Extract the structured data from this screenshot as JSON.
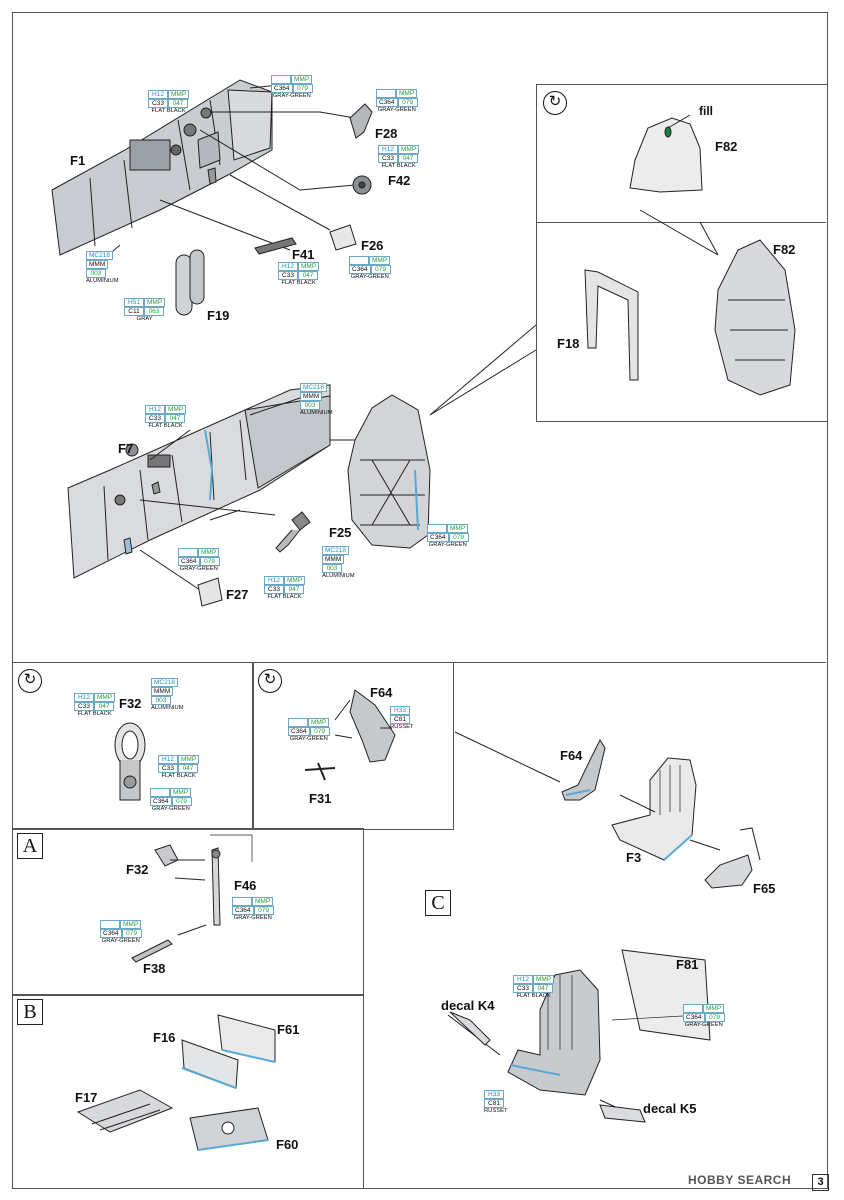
{
  "parts": {
    "F1": "F1",
    "F28": "F28",
    "F42": "F42",
    "F41": "F41",
    "F26": "F26",
    "F19": "F19",
    "F82a": "F82",
    "F82b": "F82",
    "F18": "F18",
    "fill": "fill",
    "F7": "F7",
    "F25": "F25",
    "F27": "F27",
    "F32": "F32",
    "F64a": "F64",
    "F31": "F31",
    "F64b": "F64",
    "F3": "F3",
    "F65": "F65",
    "F32b": "F32",
    "F46": "F46",
    "F38": "F38",
    "F16": "F16",
    "F61": "F61",
    "F17": "F17",
    "F60": "F60",
    "F81": "F81",
    "decalK4": "decal K4",
    "decalK5": "decal K5"
  },
  "sections": {
    "A": "A",
    "B": "B",
    "C": "C"
  },
  "refs": {
    "r1": {
      "a": "C364",
      "b": "MMP",
      "c": "079",
      "name": "GRAY-GREEN"
    },
    "r2": {
      "a": "H12",
      "b": "MMP",
      "a2": "C33",
      "c": "047",
      "name": "FLAT BLACK"
    },
    "r3": {
      "a": "C364",
      "b": "MMP",
      "c": "079",
      "name": "GRAY-GREEN"
    },
    "r4": {
      "a": "H12",
      "b": "MMP",
      "a2": "C33",
      "c": "047",
      "name": "FLAT BLACK"
    },
    "r5": {
      "a": "MC218",
      "b": "MMM",
      "c": "003",
      "name": "ALUMINIUM"
    },
    "r6": {
      "a": "H12",
      "b": "MMP",
      "a2": "C33",
      "c": "047",
      "name": "FLAT BLACK"
    },
    "r7": {
      "a": "C364",
      "b": "MMP",
      "c": "079",
      "name": "GRAY-GREEN"
    },
    "r8": {
      "a": "H51",
      "b": "MMP",
      "a2": "C11",
      "c": "063",
      "name": "GRAY"
    },
    "r9": {
      "a": "MC218",
      "b": "MMM",
      "c": "003",
      "name": "ALUMINIUM"
    },
    "r10": {
      "a": "H12",
      "b": "MMP",
      "a2": "C33",
      "c": "047",
      "name": "FLAT BLACK"
    },
    "r11": {
      "a": "C364",
      "b": "MMP",
      "c": "079",
      "name": "GRAY-GREEN"
    },
    "r12": {
      "a": "C364",
      "b": "MMP",
      "c": "079",
      "name": "GRAY-GREEN"
    },
    "r13": {
      "a": "MC218",
      "b": "MMM",
      "c": "003",
      "name": "ALUMINIUM"
    },
    "r14": {
      "a": "H12",
      "b": "MMP",
      "a2": "C33",
      "c": "047",
      "name": "FLAT BLACK"
    },
    "r15": {
      "a": "H12",
      "b": "MMP",
      "a2": "C33",
      "c": "047",
      "name": "FLAT BLACK"
    },
    "r16": {
      "a": "MC218",
      "b": "MMM",
      "c": "003",
      "name": "ALUMINIUM"
    },
    "r17": {
      "a": "H12",
      "b": "MMP",
      "a2": "C33",
      "c": "047",
      "name": "FLAT BLACK"
    },
    "r18": {
      "a": "C364",
      "b": "MMP",
      "c": "079",
      "name": "GRAY-GREEN"
    },
    "r19": {
      "a": "C364",
      "b": "MMP",
      "c": "079",
      "name": "GRAY-GREEN"
    },
    "r20": {
      "a": "H33",
      "a2": "C81",
      "name": "RUSSET"
    },
    "r21": {
      "a": "C364",
      "b": "MMP",
      "c": "079",
      "name": "GRAY-GREEN"
    },
    "r22": {
      "a": "C364",
      "b": "MMP",
      "c": "079",
      "name": "GRAY-GREEN"
    },
    "r23": {
      "a": "H12",
      "b": "MMP",
      "a2": "C33",
      "c": "047",
      "name": "FLAT BLACK"
    },
    "r24": {
      "a": "C364",
      "b": "MMP",
      "c": "079",
      "name": "GRAY-GREEN"
    },
    "r25": {
      "a": "H33",
      "a2": "C81",
      "name": "RUSSET"
    }
  },
  "watermark": "HOBBY SEARCH",
  "page_number": "3"
}
